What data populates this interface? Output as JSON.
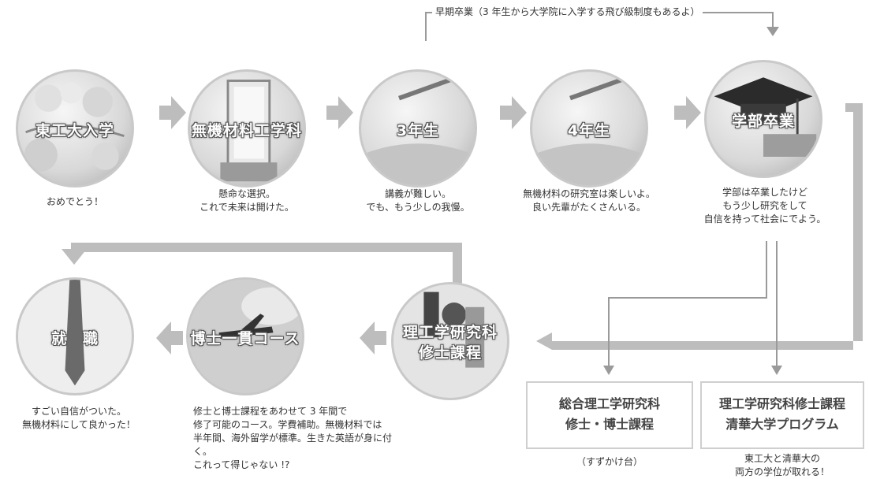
{
  "early_graduation": "早期卒業（3 年生から大学院に入学する飛び級制度もあるよ）",
  "stages": {
    "entrance": {
      "title": "東工大入学",
      "caption": "おめでとう！",
      "icon": "cherry-blossom-photo"
    },
    "department": {
      "title": "無機材料工学科",
      "caption": "懸命な選択。\nこれで未来は開けた。",
      "icon": "open-door-photo"
    },
    "third_year": {
      "title": "3年生",
      "caption": "講義が難しい。\nでも、もう少しの我慢。",
      "icon": "pencil-notebook-photo"
    },
    "fourth_year": {
      "title": "4年生",
      "caption": "無機材料の研究室は楽しいよ。\n良い先輩がたくさんいる。",
      "icon": "pencil-notebook-photo"
    },
    "bachelor_grad": {
      "title": "学部卒業",
      "caption": "学部は卒業したけど\nもう少し研究をして\n自信を持って社会にでよう。",
      "icon": "graduation-cap-photo"
    },
    "masters": {
      "title": "理工学研究科\n修士課程",
      "caption": "",
      "icon": "microscope-photo"
    },
    "doctoral": {
      "title": "博士一貫コース",
      "caption": "修士と博士課程をあわせて 3 年間で\n修了可能のコース。学費補助。無機材料では\n半年間、海外留学が標準。生きた英語が身に付く。\nこれって得じゃない !?",
      "icon": "airplane-photo"
    },
    "employment": {
      "title": "就　職",
      "caption": "すごい自信がついた。\n無機材料にして良かった！",
      "icon": "shirt-tie-photo"
    }
  },
  "boxes": {
    "integrated": {
      "title": "総合理工学研究科\n修士・博士課程",
      "caption": "（すずかけ台）"
    },
    "tsinghua": {
      "title": "理工学研究科修士課程\n清華大学プログラム",
      "caption": "東工大と清華大の\n両方の学位が取れる！"
    }
  },
  "colors": {
    "arrow": "#bdbdbd",
    "line": "#9a9a9a",
    "circle_border": "#c9c9c9"
  }
}
